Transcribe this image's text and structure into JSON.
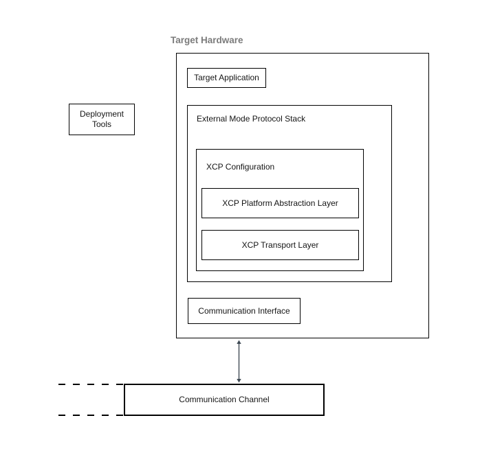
{
  "diagram": {
    "title": "Target Hardware",
    "nodes": {
      "deployment_tools": {
        "label": "Deployment Tools"
      },
      "target_application": {
        "label": "Target Application"
      },
      "external_mode_protocol_stack": {
        "label": "External Mode Protocol Stack"
      },
      "xcp_configuration": {
        "label": "XCP Configuration"
      },
      "xcp_platform_abstraction_layer": {
        "label": "XCP Platform Abstraction Layer"
      },
      "xcp_transport_layer": {
        "label": "XCP Transport Layer"
      },
      "communication_interface": {
        "label": "Communication Interface"
      },
      "communication_channel": {
        "label": "Communication Channel"
      }
    },
    "connector": {
      "description": "double-headed vertical arrow linking Target Hardware box to Communication Channel"
    },
    "colors": {
      "background": "#ffffff",
      "border": "#000000",
      "title_text": "#7b7b7b",
      "label_text": "#141414",
      "connector": "#3f4a54"
    }
  }
}
